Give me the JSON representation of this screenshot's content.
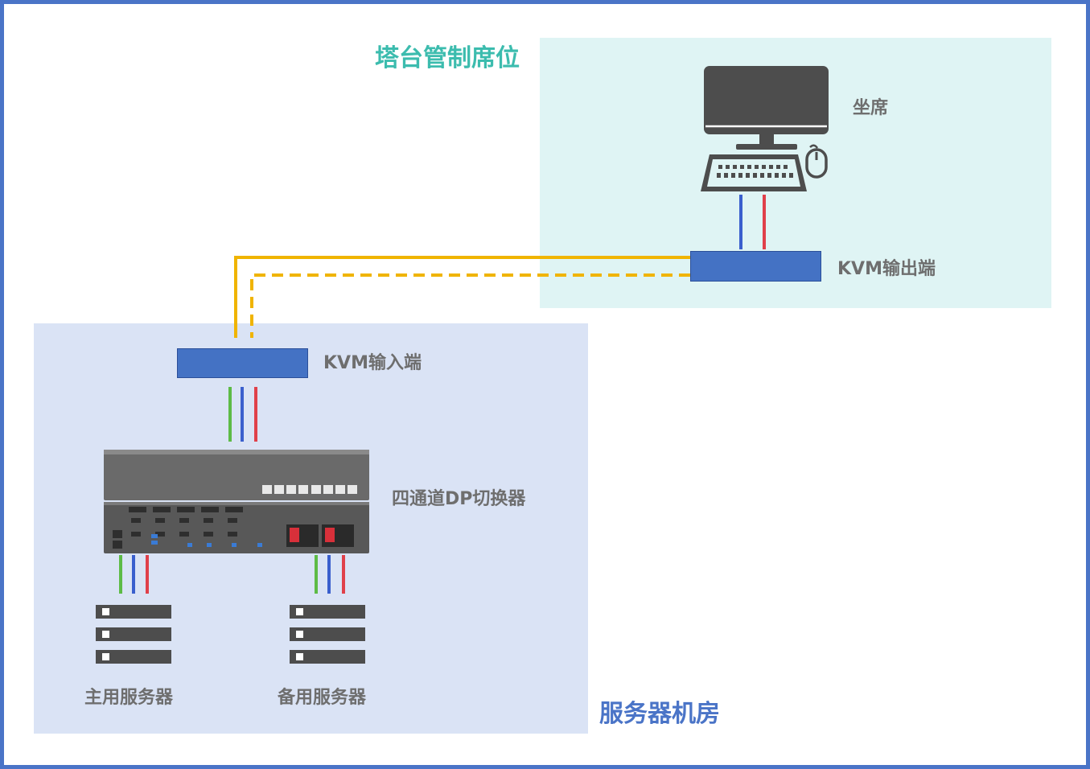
{
  "zones": {
    "control": {
      "title": "塔台管制席位"
    },
    "server": {
      "title": "服务器机房"
    }
  },
  "labels": {
    "seat": "坐席",
    "kvm_output": "KVM输出端",
    "kvm_input": "KVM输入端",
    "switcher": "四通道DP切换器",
    "primary_server": "主用服务器",
    "backup_server": "备用服务器"
  },
  "colors": {
    "frame_border": "#4a74c7",
    "control_zone": "#dff4f4",
    "server_zone": "#dae3f5",
    "control_title": "#3cbcae",
    "server_title": "#4a74c7",
    "kvm_box": "#4472c4",
    "fiber_line": "#f0b400",
    "wire_green": "#5dbb46",
    "wire_blue": "#3a5fcd",
    "wire_red": "#e0404a",
    "device_dark": "#4d4d4d",
    "label_text": "#6e6e6e"
  },
  "icons": [
    "monitor-icon",
    "keyboard-icon",
    "mouse-icon",
    "server-rack-icon",
    "switcher-device-icon"
  ]
}
